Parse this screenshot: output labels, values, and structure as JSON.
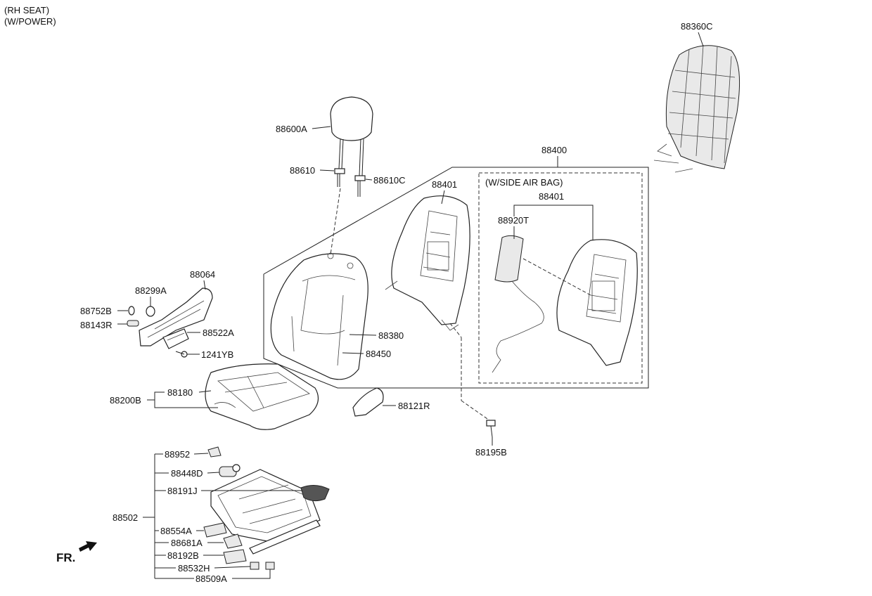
{
  "header": {
    "line1": "(RH SEAT)",
    "line2": "(W/POWER)"
  },
  "box": {
    "side_airbag_title": "(W/SIDE AIR BAG)"
  },
  "front_marker": "FR.",
  "labels": {
    "p88360C": "88360C",
    "p88600A": "88600A",
    "p88610": "88610",
    "p88610C": "88610C",
    "p88400": "88400",
    "p88401_left": "88401",
    "p88401_right": "88401",
    "p88920T": "88920T",
    "p88064": "88064",
    "p88299A": "88299A",
    "p88752B": "88752B",
    "p88143R": "88143R",
    "p88522A": "88522A",
    "p1241YB": "1241YB",
    "p88380": "88380",
    "p88450": "88450",
    "p88180": "88180",
    "p88200B": "88200B",
    "p88121R": "88121R",
    "p88195B": "88195B",
    "p88952": "88952",
    "p88448D": "88448D",
    "p88191J": "88191J",
    "p88502": "88502",
    "p88554A": "88554A",
    "p88681A": "88681A",
    "p88192B": "88192B",
    "p88532H": "88532H",
    "p88509A": "88509A"
  }
}
